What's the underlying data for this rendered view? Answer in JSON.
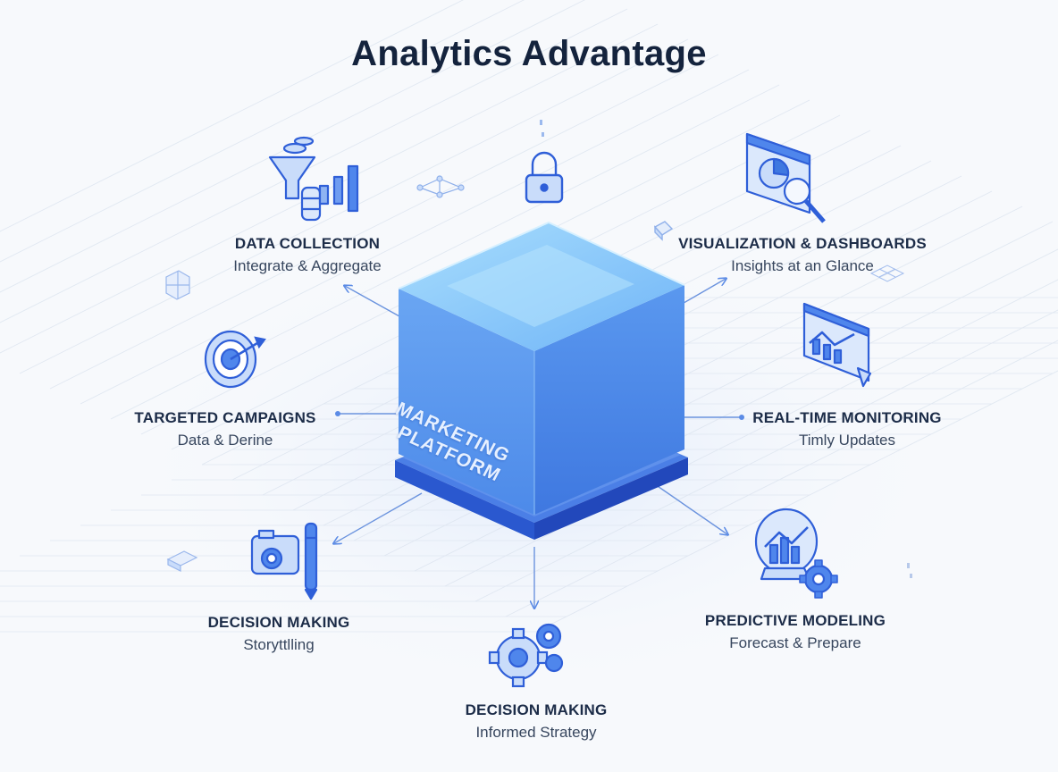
{
  "title": "Analytics Advantage",
  "center": {
    "line1": "MARKETING",
    "line2": "PLATFORM"
  },
  "nodes": [
    {
      "label": "DATA COLLECTION",
      "sub": "Integrate & Aggregate",
      "icon": "funnel-database-icon"
    },
    {
      "label": "VISUALIZATION & DASHBOARDS",
      "sub": "Insights at an Glance",
      "icon": "dashboard-magnifier-icon"
    },
    {
      "label": "TARGETED CAMPAIGNS",
      "sub": "Data & Derine",
      "icon": "target-icon"
    },
    {
      "label": "REAL-TIME MONITORING",
      "sub": "Timly Updates",
      "icon": "monitor-chart-icon"
    },
    {
      "label": "DECISION MAKING",
      "sub": "Storyttlling",
      "icon": "camera-pen-icon"
    },
    {
      "label": "PREDICTIVE MODELING",
      "sub": "Forecast & Prepare",
      "icon": "chart-gear-icon"
    },
    {
      "label": "DECISION MAKING",
      "sub": "Informed Strategy",
      "icon": "gears-icon"
    }
  ],
  "colors": {
    "accent": "#3f7ce8",
    "cube_top": "#8fd0fb",
    "cube_front": "#5b9bf0",
    "cube_side": "#4a86e6",
    "base": "#2f5fd8",
    "icon_stroke": "#2f5fd8",
    "icon_fill": "#c9dcfa"
  }
}
